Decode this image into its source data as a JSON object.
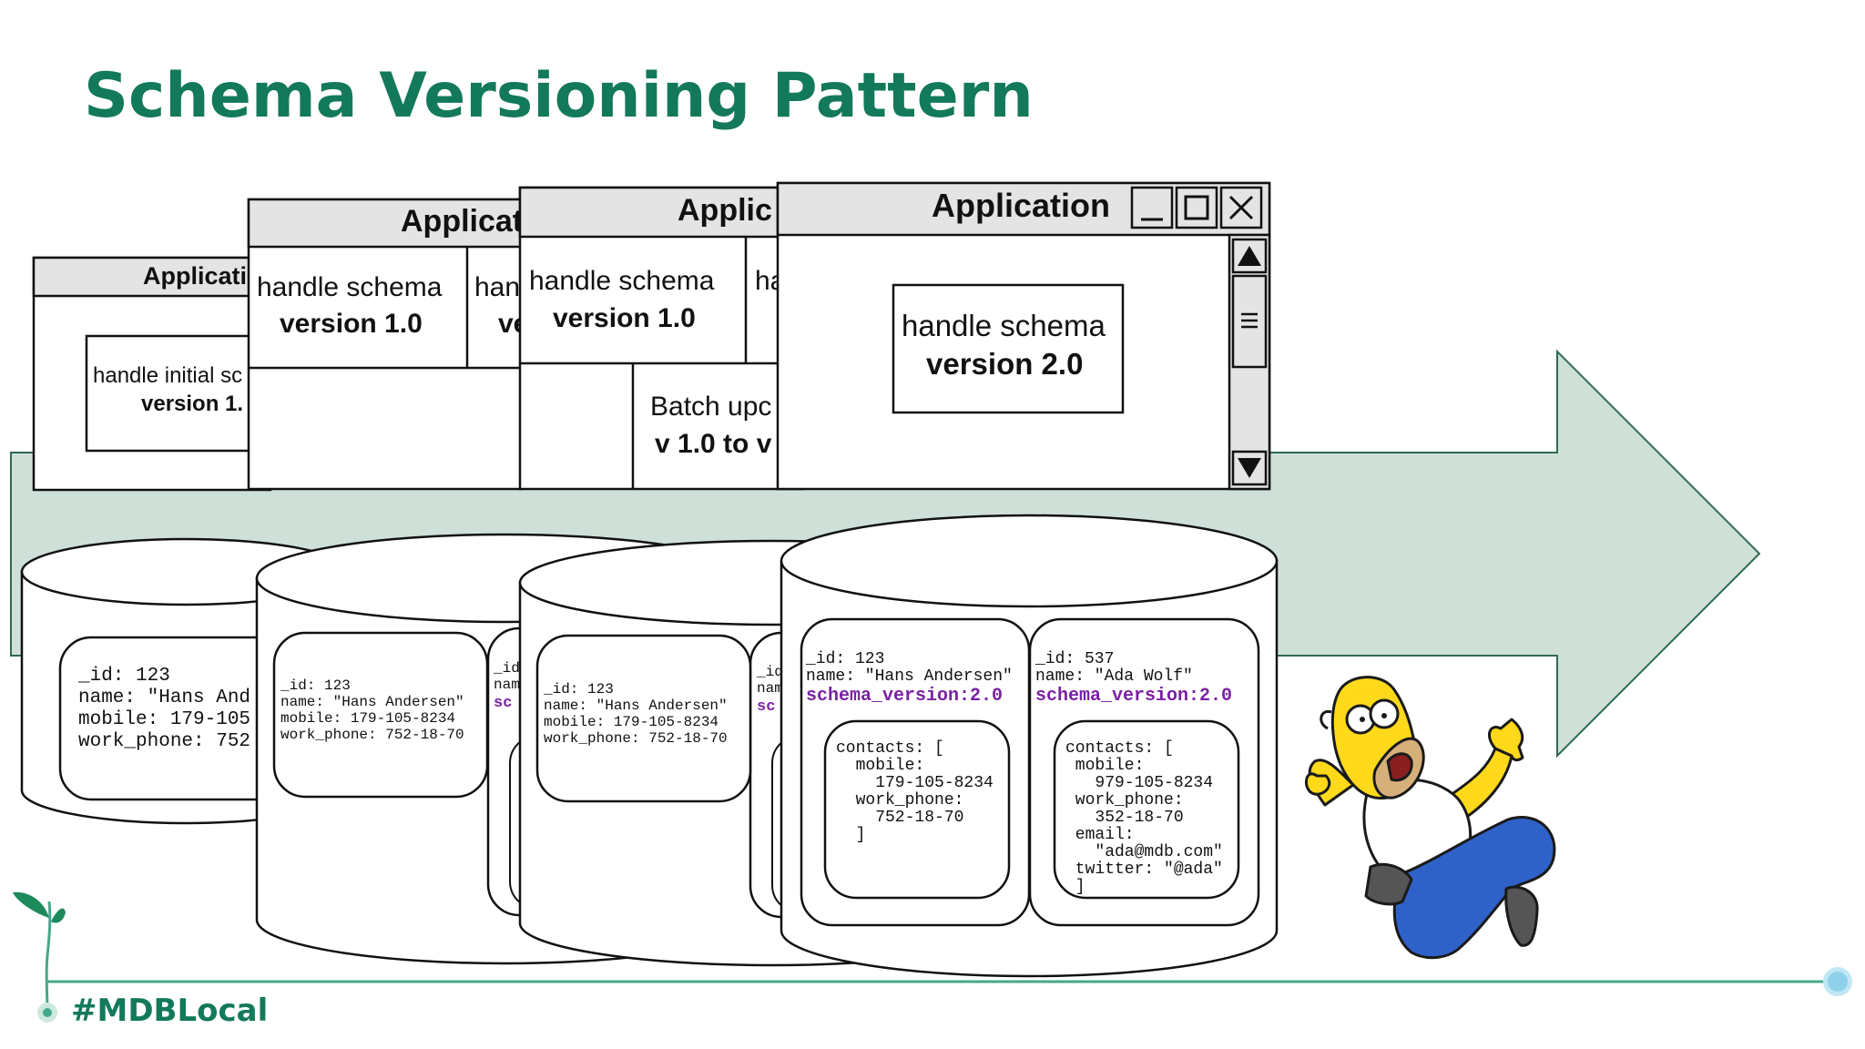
{
  "title": "Schema Versioning Pattern",
  "hashtag": "#MDBLocal",
  "colors": {
    "brand": "#13795b",
    "arrow_fill": "#cfe0d8",
    "arrow_stroke": "#2f6a52",
    "titlebar": "#e4e4e4",
    "purple": "#7a21a3",
    "timeline": "#46a88a",
    "dot": "#8fd0ea"
  },
  "windows": [
    {
      "title": "Applicati",
      "panes": [
        {
          "line1": "handle initial sc",
          "line2": "version 1."
        }
      ]
    },
    {
      "title": "Applicat",
      "panes": [
        {
          "line1": "handle schema",
          "line2": "version 1.0"
        },
        {
          "line1": "han",
          "line2": "ve"
        }
      ]
    },
    {
      "title": "Applic",
      "panes": [
        {
          "line1": "handle schema",
          "line2": "version 1.0"
        },
        {
          "line1": "ha",
          "line2": ""
        },
        {
          "line1": "Batch upc",
          "line2": "v 1.0 to v"
        }
      ]
    },
    {
      "title": "Application",
      "panes": [
        {
          "line1": "handle schema",
          "line2": "version 2.0"
        }
      ],
      "buttons": [
        "minimize-icon",
        "maximize-icon",
        "close-icon"
      ],
      "scroll": [
        "scroll-up-icon",
        "scroll-thumb-icon",
        "scroll-down-icon"
      ]
    }
  ],
  "databases": [
    {
      "docs": [
        {
          "lines": [
            "_id: 123",
            "name: \"Hans And",
            "mobile: 179-105",
            "work_phone: 752"
          ]
        }
      ]
    },
    {
      "docs": [
        {
          "lines": [
            "_id: 123",
            "name: \"Hans Andersen\"",
            "mobile: 179-105-8234",
            "work_phone: 752-18-70"
          ]
        },
        {
          "lines": [
            "_id",
            "nam"
          ],
          "schema": "sc"
        }
      ]
    },
    {
      "docs": [
        {
          "lines": [
            "_id: 123",
            "name: \"Hans Andersen\"",
            "mobile: 179-105-8234",
            "work_phone: 752-18-70"
          ]
        },
        {
          "lines": [
            "_id",
            "nam"
          ],
          "schema": "sc"
        }
      ]
    },
    {
      "docs": [
        {
          "lines": [
            "_id: 123",
            "name: \"Hans Andersen\""
          ],
          "schema": "schema_version:2.0",
          "contacts": [
            "contacts: [",
            "  mobile:",
            "    179-105-8234",
            "  work_phone:",
            "    752-18-70",
            "  ]"
          ]
        },
        {
          "lines": [
            "_id: 537",
            "name: \"Ada Wolf\""
          ],
          "schema": "schema_version:2.0",
          "contacts": [
            "contacts: [",
            " mobile:",
            "   979-105-8234",
            " work_phone:",
            "   352-18-70",
            " email:",
            "   \"ada@mdb.com\"",
            " twitter: \"@ada\"",
            " ]"
          ]
        }
      ]
    }
  ]
}
